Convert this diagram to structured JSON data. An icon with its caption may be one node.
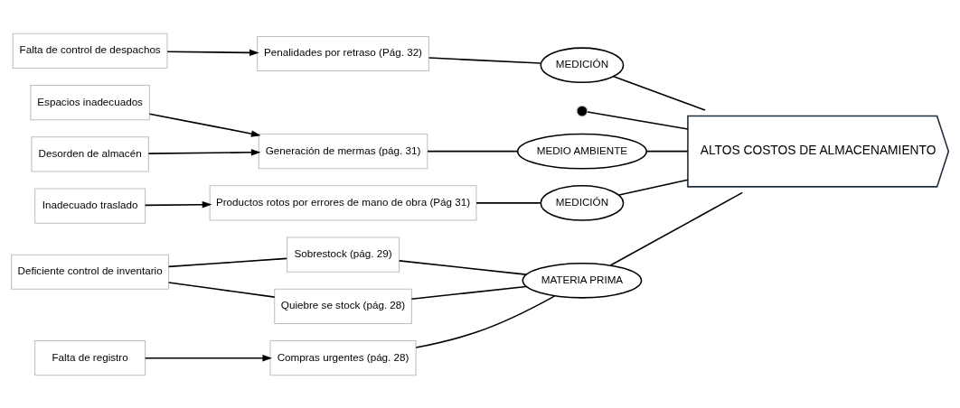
{
  "diagram": {
    "nodes": [
      {
        "text": [
          "MATERIA PRIMA"
        ]
      },
      {
        "text": [
          "MEDICIÓN"
        ]
      },
      {
        "text": [
          "Sobrestock (pág. 29)"
        ]
      },
      {
        "text": [
          "Falta de control de despachos"
        ]
      },
      {
        "text": [
          "Deficiente control de inventario"
        ]
      },
      {
        "text": [
          "Quiebre se stock (pág. 28)"
        ]
      },
      {
        "text": [
          "Falta de registro"
        ]
      },
      {
        "text": [
          "Compras urgentes (pág. 28)"
        ]
      },
      {
        "text": [
          "Penalidades por retraso (Pág. 32)"
        ]
      },
      {
        "text": [
          "ALTOS COSTOS DE ALMACENAMIENTO"
        ]
      },
      {
        "text": [],
        "shape": "circle"
      },
      {
        "text": [
          "Espacios inadecuados"
        ]
      },
      {
        "text": [
          "Inadecuado traslado"
        ]
      },
      {
        "text": [
          "Desorden de almacén"
        ]
      },
      {
        "text": [
          "Generación de mermas (pág. 31)"
        ]
      },
      {
        "text": [
          "Productos rotos por errores de mano de obra (Pág 31)"
        ]
      },
      {
        "text": [
          "MEDIO AMBIENTE"
        ]
      },
      {
        "text": [
          "MEDICIÓN"
        ]
      }
    ],
    "edges": [
      {
        "from": 10,
        "to": 9,
        "arrow": "none"
      },
      {
        "from": 0,
        "to": 9,
        "arrow": "none"
      },
      {
        "from": 1,
        "to": 9,
        "arrow": "none"
      },
      {
        "from": 16,
        "to": 9,
        "arrow": "none"
      },
      {
        "from": 17,
        "to": 9,
        "arrow": "none"
      },
      {
        "from": 2,
        "to": 0,
        "arrow": "none"
      },
      {
        "from": 5,
        "to": 0,
        "arrow": "none"
      },
      {
        "from": 7,
        "to": 0,
        "arrow": "none"
      },
      {
        "from": 8,
        "to": 1,
        "arrow": "none"
      },
      {
        "from": 14,
        "to": 16,
        "arrow": "none"
      },
      {
        "from": 15,
        "to": 17,
        "arrow": "none"
      },
      {
        "from": 4,
        "to": 2,
        "arrow": "none"
      },
      {
        "from": 4,
        "to": 5,
        "arrow": "none"
      },
      {
        "from": 6,
        "to": 7,
        "arrow": "to"
      },
      {
        "from": 3,
        "to": 8,
        "arrow": "to"
      },
      {
        "from": 12,
        "to": 15,
        "arrow": "to"
      },
      {
        "from": 11,
        "to": 14,
        "arrow": "to"
      },
      {
        "from": 13,
        "to": 14,
        "arrow": "to"
      }
    ]
  }
}
